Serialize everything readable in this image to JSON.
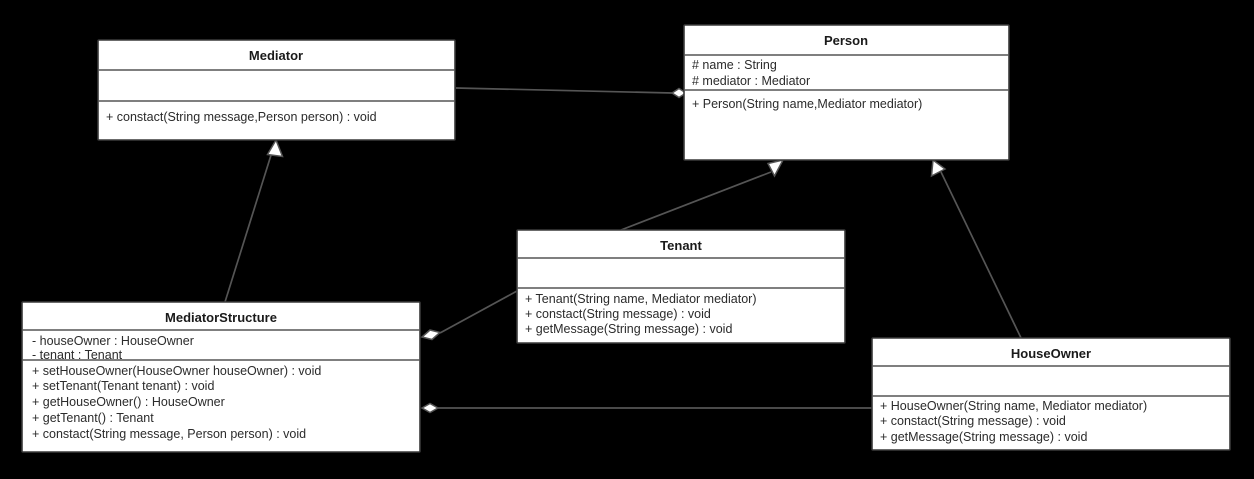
{
  "diagram": {
    "kind": "uml-class-diagram",
    "background_color": "#000000",
    "box_fill": "#ffffff",
    "line_color": "#555555",
    "text_color": "#2b2b2b"
  },
  "classes": {
    "mediator": {
      "name": "Mediator",
      "attributes": [],
      "methods": [
        "+ constact(String message,Person person) : void"
      ]
    },
    "person": {
      "name": "Person",
      "attributes": [
        "# name : String",
        "# mediator : Mediator"
      ],
      "methods": [
        "+ Person(String name,Mediator mediator)"
      ]
    },
    "mediator_structure": {
      "name": "MediatorStructure",
      "attributes": [
        "- houseOwner : HouseOwner",
        "- tenant : Tenant"
      ],
      "methods": [
        "+ setHouseOwner(HouseOwner houseOwner) : void",
        "+ setTenant(Tenant tenant) : void",
        "+ getHouseOwner() : HouseOwner",
        "+ getTenant() : Tenant",
        "+ constact(String message, Person person) : void"
      ]
    },
    "tenant": {
      "name": "Tenant",
      "attributes": [],
      "methods": [
        "+ Tenant(String name, Mediator mediator)",
        "+ constact(String message) : void",
        "+ getMessage(String message) : void"
      ]
    },
    "house_owner": {
      "name": "HouseOwner",
      "attributes": [],
      "methods": [
        "+ HouseOwner(String name, Mediator mediator)",
        "+ constact(String message) : void",
        "+ getMessage(String message) : void"
      ]
    }
  },
  "relationships": [
    {
      "id": "rel-mediator-person",
      "type": "aggregation",
      "from": "mediator",
      "to": "person",
      "marker": "hollow-diamond"
    },
    {
      "id": "rel-mediatorstructure-mediator",
      "type": "generalization",
      "from": "mediator_structure",
      "to": "mediator",
      "marker": "hollow-triangle"
    },
    {
      "id": "rel-tenant-person",
      "type": "generalization",
      "from": "tenant",
      "to": "person",
      "marker": "hollow-triangle"
    },
    {
      "id": "rel-houseowner-person",
      "type": "generalization",
      "from": "house_owner",
      "to": "person",
      "marker": "hollow-triangle"
    },
    {
      "id": "rel-mediatorstructure-tenant",
      "type": "aggregation",
      "from": "mediator_structure",
      "to": "tenant",
      "marker": "hollow-diamond"
    },
    {
      "id": "rel-mediatorstructure-houseowner",
      "type": "aggregation",
      "from": "mediator_structure",
      "to": "house_owner",
      "marker": "hollow-diamond"
    }
  ]
}
